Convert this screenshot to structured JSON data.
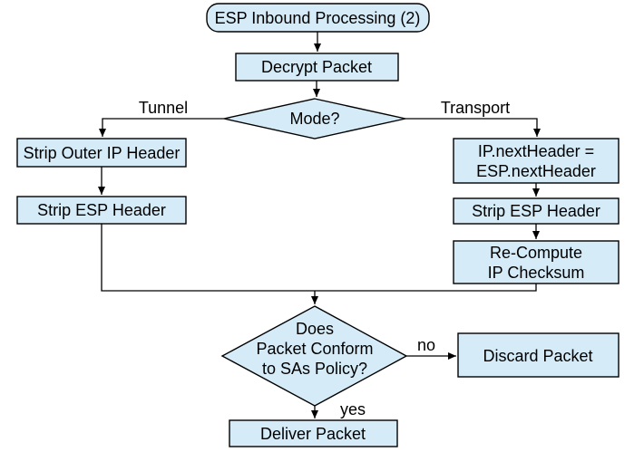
{
  "diagram": {
    "background": "#ffffff",
    "colors": {
      "node_fill": "#d5ecf8",
      "node_border": "#000000",
      "line": "#000000",
      "text": "#000000"
    },
    "nodes": {
      "start": {
        "label": "ESP Inbound Processing (2)",
        "shape": "rounded-rect"
      },
      "decrypt": {
        "label": "Decrypt Packet",
        "shape": "rect"
      },
      "mode_decision": {
        "label": "Mode?",
        "shape": "diamond"
      },
      "strip_outer_ip": {
        "label": "Strip Outer IP Header",
        "shape": "rect"
      },
      "strip_esp_tunnel": {
        "label": "Strip ESP Header",
        "shape": "rect"
      },
      "ip_next_header": {
        "lines": [
          "IP.nextHeader =",
          "ESP.nextHeader"
        ],
        "shape": "rect"
      },
      "strip_esp_transport": {
        "label": "Strip ESP Header",
        "shape": "rect"
      },
      "recompute_checksum": {
        "lines": [
          "Re-Compute",
          "IP Checksum"
        ],
        "shape": "rect"
      },
      "policy_decision": {
        "lines": [
          "Does",
          "Packet Conform",
          "to SAs Policy?"
        ],
        "shape": "diamond"
      },
      "discard": {
        "label": "Discard Packet",
        "shape": "rect"
      },
      "deliver": {
        "label": "Deliver Packet",
        "shape": "rect"
      }
    },
    "edge_labels": {
      "tunnel": "Tunnel",
      "transport": "Transport",
      "no": "no",
      "yes": "yes"
    }
  }
}
